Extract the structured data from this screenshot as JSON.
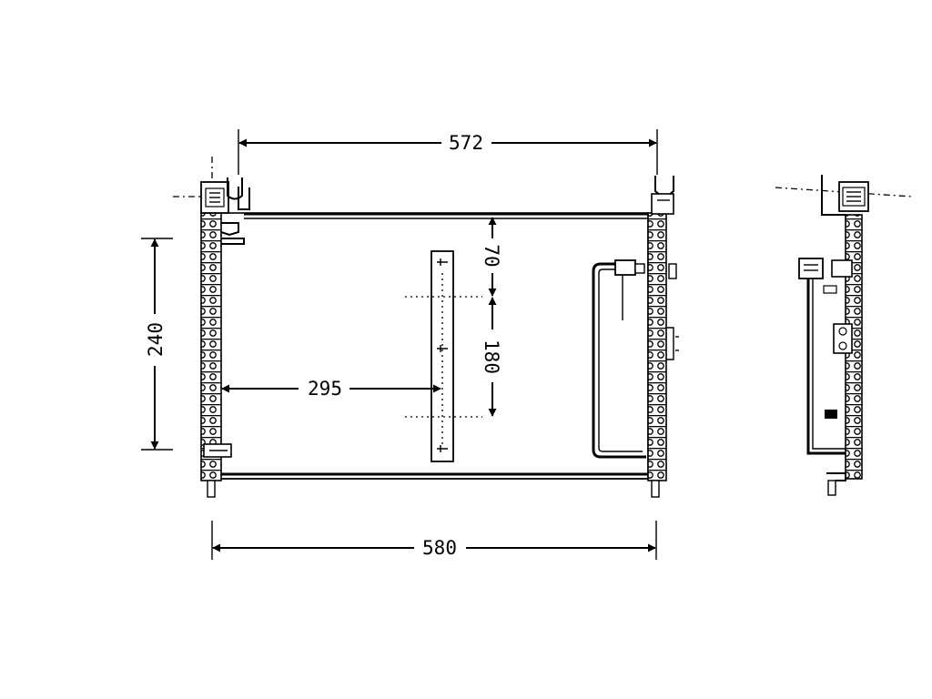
{
  "drawing": {
    "subject": "condenser-dimension-drawing",
    "views": [
      "front-view",
      "side-view"
    ],
    "line_color": "#000000",
    "background": "#ffffff"
  },
  "dimensions": {
    "top_width": "572",
    "bottom_width": "580",
    "height": "240",
    "bracket_offset": "295",
    "bracket_top": "70",
    "bracket_span": "180"
  }
}
